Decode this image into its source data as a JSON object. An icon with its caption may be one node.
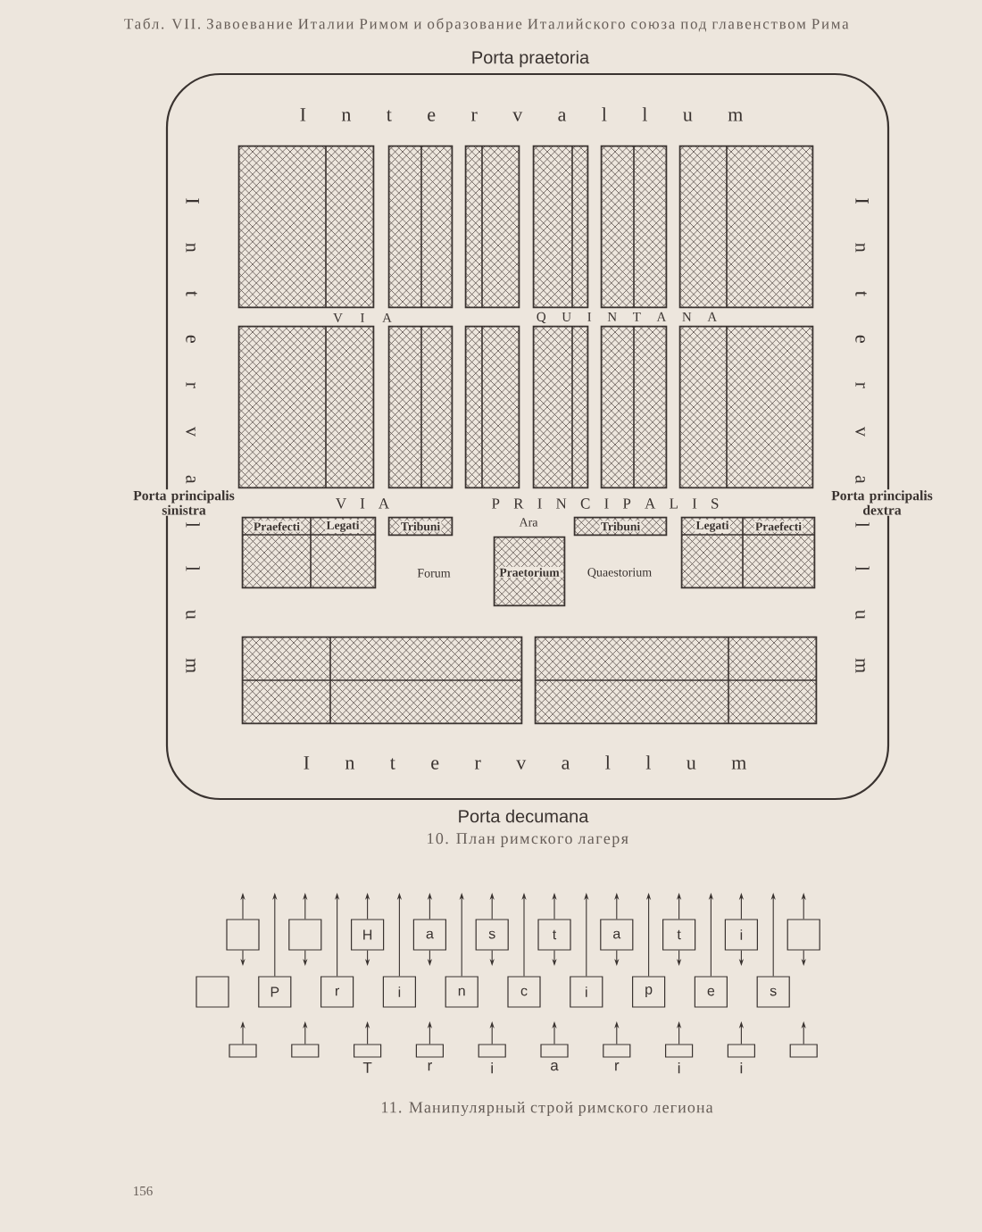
{
  "diagram": {
    "nodes": [
      {
        "text": [
          "I n t e r v a l l u m",
          "I n t e r v a l l u m",
          "I n t e r v a l l u m",
          "I n t e r v a l l u m"
        ]
      },
      {
        "text": [],
        "shape": "box",
        "in": 0
      },
      {
        "text": [],
        "shape": "box",
        "in": 0
      },
      {
        "text": [],
        "shape": "box",
        "in": 0
      },
      {
        "text": [],
        "shape": "box",
        "in": 0
      },
      {
        "text": [],
        "shape": "box",
        "in": 0
      },
      {
        "text": [],
        "shape": "box",
        "in": 0
      },
      {
        "text": [],
        "shape": "box",
        "in": 0
      },
      {
        "text": [],
        "shape": "box",
        "in": 0
      },
      {
        "text": [],
        "shape": "box",
        "in": 0
      },
      {
        "text": [],
        "shape": "box",
        "in": 0
      },
      {
        "text": [],
        "shape": "box",
        "in": 0
      },
      {
        "text": [],
        "shape": "box",
        "in": 0
      },
      {
        "text": [
          "Praefecti",
          "Legati"
        ],
        "in": 0
      },
      {
        "text": [
          "Tribuni"
        ],
        "in": 0
      },
      {
        "text": [
          "Tribuni"
        ],
        "in": 0
      },
      {
        "text": [
          "Legati",
          "Praefecti"
        ],
        "in": 0
      },
      {
        "text": [
          "Praetorium"
        ],
        "in": 0
      },
      {
        "text": [],
        "shape": "box",
        "in": 0
      },
      {
        "text": [],
        "shape": "box",
        "in": 0
      },
      {
        "text": [],
        "shape": "box"
      },
      {
        "text": [],
        "shape": "box"
      },
      {
        "text": [
          "H"
        ]
      },
      {
        "text": [
          "a"
        ]
      },
      {
        "text": [
          "s"
        ]
      },
      {
        "text": [
          "t"
        ]
      },
      {
        "text": [
          "a"
        ]
      },
      {
        "text": [
          "t"
        ]
      },
      {
        "text": [
          "i"
        ]
      },
      {
        "text": [],
        "shape": "box"
      },
      {
        "text": [],
        "shape": "box"
      },
      {
        "text": [
          "P"
        ]
      },
      {
        "text": [
          "r"
        ]
      },
      {
        "text": [
          "i"
        ]
      },
      {
        "text": [
          "n"
        ]
      },
      {
        "text": [
          "c"
        ]
      },
      {
        "text": [
          "i"
        ]
      },
      {
        "text": [
          "p"
        ]
      },
      {
        "text": [
          "e"
        ]
      },
      {
        "text": [
          "s"
        ]
      },
      {
        "text": [],
        "shape": "box"
      },
      {
        "text": [],
        "shape": "box"
      },
      {
        "text": [],
        "shape": "box",
        "beside": [
          "T"
        ]
      },
      {
        "text": [],
        "shape": "box",
        "beside": [
          "r"
        ]
      },
      {
        "text": [],
        "shape": "box",
        "beside": [
          "i"
        ]
      },
      {
        "text": [],
        "shape": "box",
        "beside": [
          "a"
        ]
      },
      {
        "text": [],
        "shape": "box",
        "beside": [
          "r"
        ]
      },
      {
        "text": [],
        "shape": "box",
        "beside": [
          "i"
        ]
      },
      {
        "text": [],
        "shape": "box",
        "beside": [
          "i"
        ]
      },
      {
        "text": [],
        "shape": "box"
      }
    ],
    "edges": [
      {
        "from": 20,
        "to": null,
        "arrow": "to"
      },
      {
        "from": 21,
        "to": null,
        "arrow": "to"
      },
      {
        "from": 22,
        "to": null,
        "arrow": "to"
      },
      {
        "from": 23,
        "to": null,
        "arrow": "to"
      },
      {
        "from": 24,
        "to": null,
        "arrow": "to"
      },
      {
        "from": 25,
        "to": null,
        "arrow": "to"
      },
      {
        "from": 26,
        "to": null,
        "arrow": "to"
      },
      {
        "from": 27,
        "to": null,
        "arrow": "to"
      },
      {
        "from": 28,
        "to": null,
        "arrow": "to"
      },
      {
        "from": 29,
        "to": null,
        "arrow": "to"
      },
      {
        "from": 20,
        "to": null,
        "arrow": "to"
      },
      {
        "from": 21,
        "to": null,
        "arrow": "to"
      },
      {
        "from": 22,
        "to": null,
        "arrow": "to"
      },
      {
        "from": 23,
        "to": null,
        "arrow": "to"
      },
      {
        "from": 24,
        "to": null,
        "arrow": "to"
      },
      {
        "from": 25,
        "to": null,
        "arrow": "to"
      },
      {
        "from": 26,
        "to": null,
        "arrow": "to"
      },
      {
        "from": 27,
        "to": null,
        "arrow": "to"
      },
      {
        "from": 28,
        "to": null,
        "arrow": "to"
      },
      {
        "from": 29,
        "to": null,
        "arrow": "to"
      },
      {
        "from": 31,
        "to": null,
        "arrow": "to"
      },
      {
        "from": 32,
        "to": null,
        "arrow": "to"
      },
      {
        "from": 33,
        "to": null,
        "arrow": "to"
      },
      {
        "from": 34,
        "to": null,
        "arrow": "to"
      },
      {
        "from": 35,
        "to": null,
        "arrow": "to"
      },
      {
        "from": 36,
        "to": null,
        "arrow": "to"
      },
      {
        "from": 37,
        "to": null,
        "arrow": "to"
      },
      {
        "from": 38,
        "to": null,
        "arrow": "to"
      },
      {
        "from": 39,
        "to": null,
        "arrow": "to"
      },
      {
        "from": 40,
        "to": null,
        "arrow": "to"
      },
      {
        "from": 41,
        "to": null,
        "arrow": "to"
      },
      {
        "from": 42,
        "to": null,
        "arrow": "to"
      },
      {
        "from": 43,
        "to": null,
        "arrow": "to"
      },
      {
        "from": 44,
        "to": null,
        "arrow": "to"
      },
      {
        "from": 45,
        "to": null,
        "arrow": "to"
      },
      {
        "from": 46,
        "to": null,
        "arrow": "to"
      },
      {
        "from": 47,
        "to": null,
        "arrow": "to"
      },
      {
        "from": 48,
        "to": null,
        "arrow": "to"
      },
      {
        "from": 49,
        "to": null,
        "arrow": "to"
      }
    ],
    "labels": [
      "Табл. VII. Завоевание Италии Римом и образование Италийского союза под главенством Рима",
      "Porta praetoria",
      "V I A",
      "Q U I N T A N A",
      "Porta principalis sinistra",
      "V I A",
      "P R I N C I P A L I S",
      "Porta principalis dextra",
      "Ara",
      "Forum",
      "Quaestorium",
      "Porta decumana",
      "10. План римского лагеря",
      "11. Манипулярный строй римского легиона",
      "156"
    ]
  }
}
